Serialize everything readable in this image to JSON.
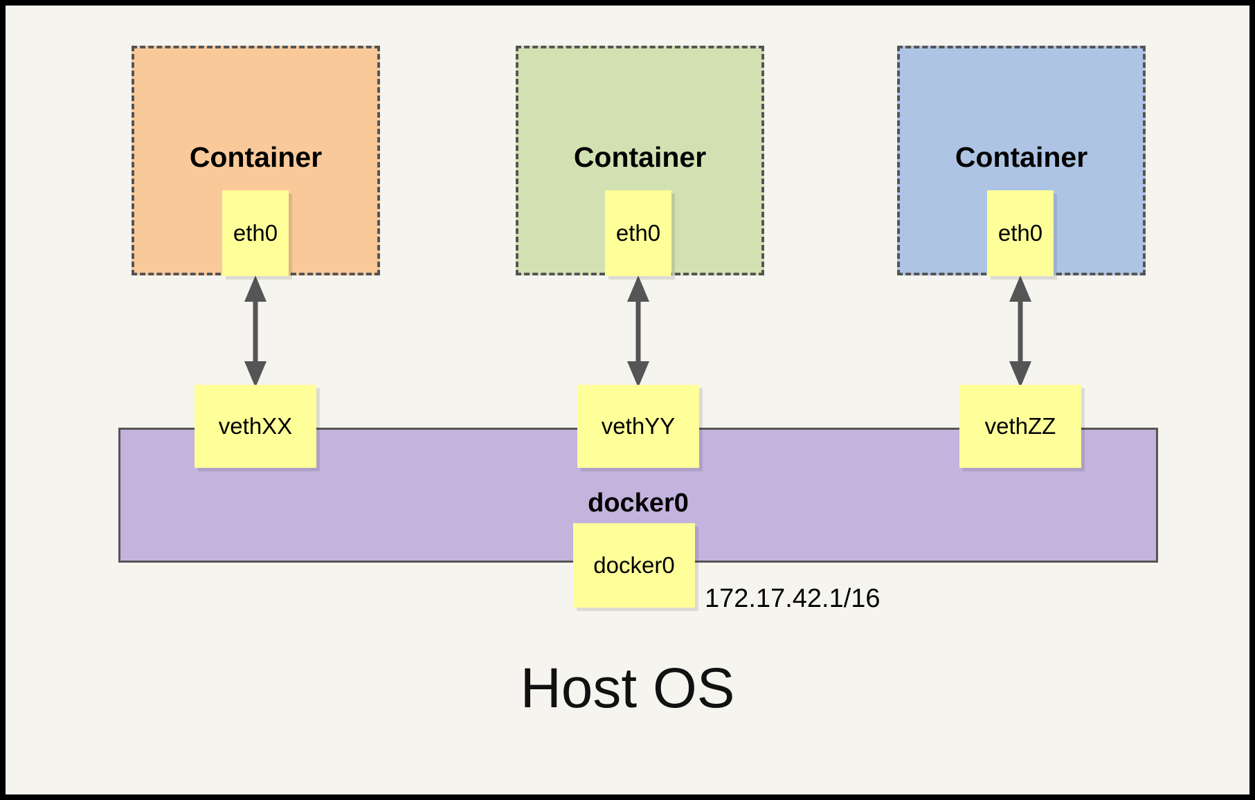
{
  "diagram": {
    "title_bottom": "Host OS",
    "background_color": "#f5f4ef",
    "frame_color": "#000000",
    "containers": [
      {
        "label": "Container",
        "fill": "#fac99a",
        "border": "#555555",
        "interface": {
          "label": "eth0",
          "fill": "#ffff99"
        }
      },
      {
        "label": "Container",
        "fill": "#d2e1b2",
        "border": "#555555",
        "interface": {
          "label": "eth0",
          "fill": "#ffff99"
        }
      },
      {
        "label": "Container",
        "fill": "#aec4e4",
        "border": "#555555",
        "interface": {
          "label": "eth0",
          "fill": "#ffff99"
        }
      }
    ],
    "veth_pairs": [
      {
        "label": "vethXX",
        "fill": "#ffff99"
      },
      {
        "label": "vethYY",
        "fill": "#ffff99"
      },
      {
        "label": "vethZZ",
        "fill": "#ffff99"
      }
    ],
    "bridge": {
      "label": "docker0",
      "fill": "#c3b3dd",
      "border": "#555555",
      "interface": {
        "label": "docker0",
        "fill": "#ffff99"
      },
      "ip_address": "172.17.42.1/16"
    },
    "arrow_color": "#555555",
    "arrow_count": 3
  }
}
